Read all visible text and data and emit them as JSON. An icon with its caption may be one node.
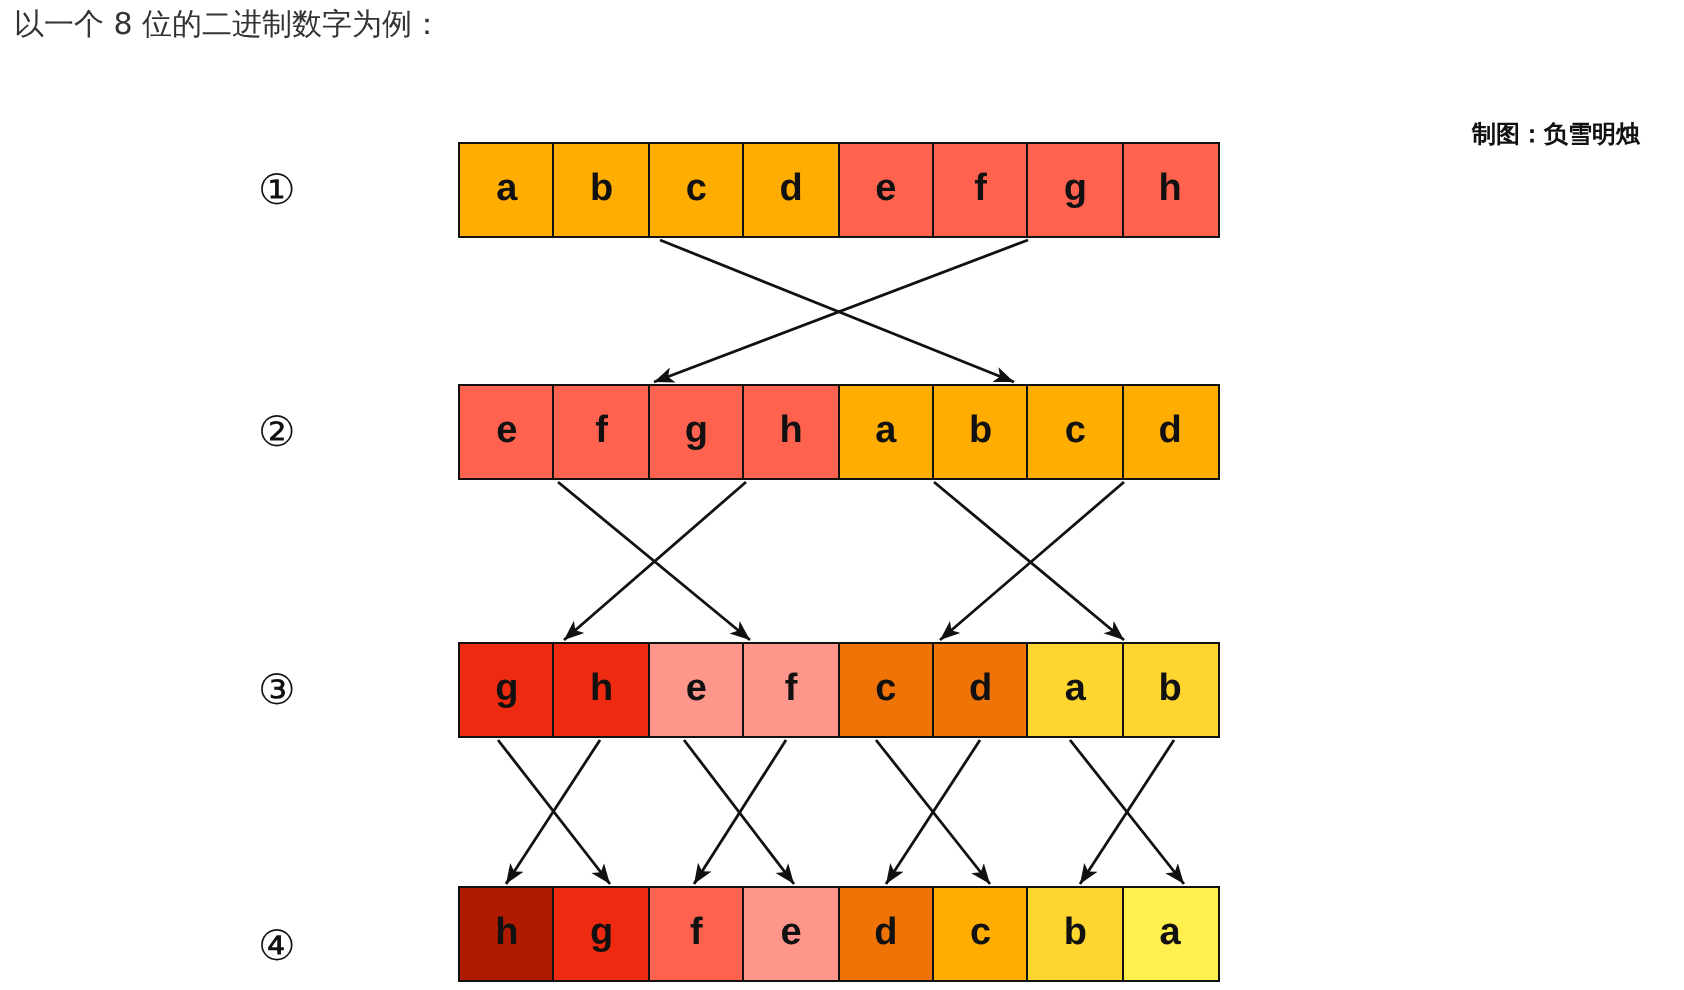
{
  "diagram": {
    "title": "以一个 8 位的二进制数字为例：",
    "nodes": [
      {
        "text": [
          "a"
        ]
      },
      {
        "text": [
          "b"
        ]
      },
      {
        "text": [
          "c"
        ]
      },
      {
        "text": [
          "d"
        ]
      },
      {
        "text": [
          "e"
        ]
      },
      {
        "text": [
          "f"
        ]
      },
      {
        "text": [
          "g"
        ]
      },
      {
        "text": [
          "h"
        ]
      },
      {
        "text": [
          "e"
        ]
      },
      {
        "text": [
          "f"
        ]
      },
      {
        "text": [
          "g"
        ]
      },
      {
        "text": [
          "h"
        ]
      },
      {
        "text": [
          "a"
        ]
      },
      {
        "text": [
          "b"
        ]
      },
      {
        "text": [
          "c"
        ]
      },
      {
        "text": [
          "d"
        ]
      },
      {
        "text": [
          "g"
        ]
      },
      {
        "text": [
          "h"
        ]
      },
      {
        "text": [
          "e"
        ]
      },
      {
        "text": [
          "f"
        ]
      },
      {
        "text": [
          "c"
        ]
      },
      {
        "text": [
          "d"
        ]
      },
      {
        "text": [
          "a"
        ]
      },
      {
        "text": [
          "b"
        ]
      },
      {
        "text": [
          "h"
        ]
      },
      {
        "text": [
          "g"
        ]
      },
      {
        "text": [
          "f"
        ]
      },
      {
        "text": [
          "e"
        ]
      },
      {
        "text": [
          "d"
        ]
      },
      {
        "text": [
          "c"
        ]
      },
      {
        "text": [
          "b"
        ]
      },
      {
        "text": [
          "a"
        ]
      }
    ],
    "edges": [
      {
        "from": 2,
        "to": 13,
        "arrow": "to"
      },
      {
        "from": 6,
        "to": 10,
        "arrow": "to"
      },
      {
        "from": 9,
        "to": 19,
        "arrow": "to"
      },
      {
        "from": 11,
        "to": 17,
        "arrow": "to"
      },
      {
        "from": 13,
        "to": 23,
        "arrow": "to"
      },
      {
        "from": 15,
        "to": 21,
        "arrow": "to"
      },
      {
        "from": 16,
        "to": 25,
        "arrow": "to"
      },
      {
        "from": 17,
        "to": 24,
        "arrow": "to"
      },
      {
        "from": 18,
        "to": 27,
        "arrow": "to"
      },
      {
        "from": 19,
        "to": 26,
        "arrow": "to"
      },
      {
        "from": 20,
        "to": 29,
        "arrow": "to"
      },
      {
        "from": 21,
        "to": 28,
        "arrow": "to"
      },
      {
        "from": 22,
        "to": 31,
        "arrow": "to"
      },
      {
        "from": 23,
        "to": 30,
        "arrow": "to"
      }
    ],
    "labels": [
      "制图：负雪明烛",
      "①",
      "②",
      "③",
      "④"
    ]
  }
}
